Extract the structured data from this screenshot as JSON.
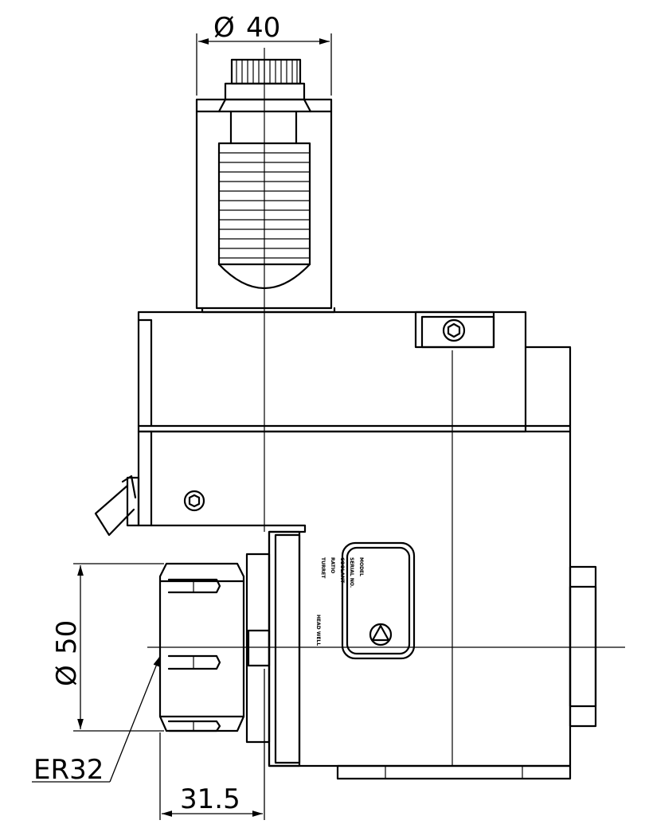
{
  "dimensions": {
    "top_diameter": {
      "symbol": "Ø",
      "value": "40"
    },
    "collet_diameter": {
      "symbol": "Ø",
      "value": "50"
    },
    "offset": {
      "value": "31.5"
    }
  },
  "callout": {
    "label": "ER32"
  },
  "nameplate": {
    "rows": [
      "MODEL",
      ":",
      "SERIAL NO.",
      ":",
      "COOLANT",
      ":",
      "RATIO",
      ":",
      "TURRET",
      ":"
    ],
    "brand": "HEAD WELL"
  }
}
